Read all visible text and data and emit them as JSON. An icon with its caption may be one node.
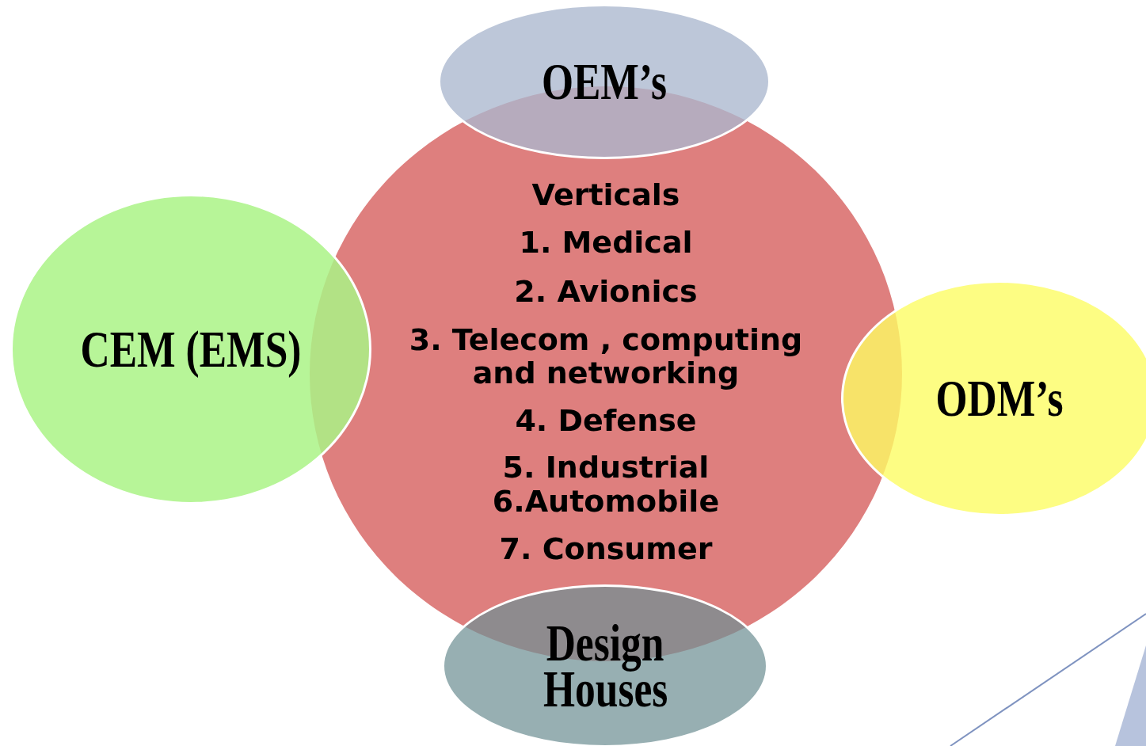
{
  "diagram": {
    "nodes": [
      {
        "text": [
          "Verticals",
          "1. Medical",
          "2. Avionics",
          "3. Telecom , computing and networking",
          "4. Defense",
          "5. Industrial",
          "6.Automobile",
          "7. Consumer"
        ]
      },
      {
        "text": [
          "OEM’s"
        ]
      },
      {
        "text": [
          "CEM (EMS)"
        ]
      },
      {
        "text": [
          "ODM’s"
        ]
      },
      {
        "text": [
          "Design Houses"
        ]
      }
    ],
    "edges": []
  }
}
